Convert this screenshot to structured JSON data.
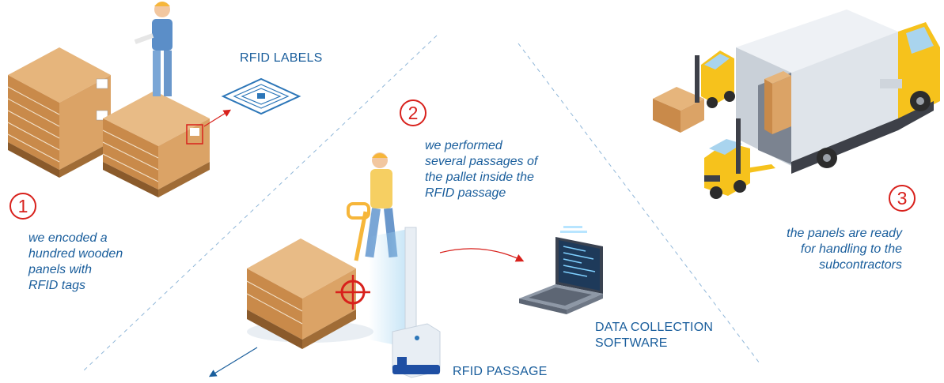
{
  "steps": [
    {
      "number": "1",
      "lines": [
        "we encoded a",
        "hundred wooden",
        "panels with",
        "RFID tags"
      ]
    },
    {
      "number": "2",
      "lines": [
        "we performed",
        "several passages of",
        "the pallet inside the",
        "RFID passage"
      ]
    },
    {
      "number": "3",
      "lines": [
        "the panels are ready",
        "for handling to the",
        "subcontractors"
      ]
    }
  ],
  "labels": {
    "rfid_labels": "RFID LABELS",
    "data_collection": [
      "DATA COLLECTION",
      "SOFTWARE"
    ],
    "rfid_passage": "RFID PASSAGE"
  },
  "colors": {
    "text": "#1a5e9c",
    "accent": "#d8211c"
  },
  "icons": [
    "worker-icon",
    "pallet-stack-icon",
    "rfid-label-icon",
    "pallet-truck-icon",
    "rfid-gate-icon",
    "laptop-icon",
    "forklift-icon",
    "truck-icon"
  ]
}
